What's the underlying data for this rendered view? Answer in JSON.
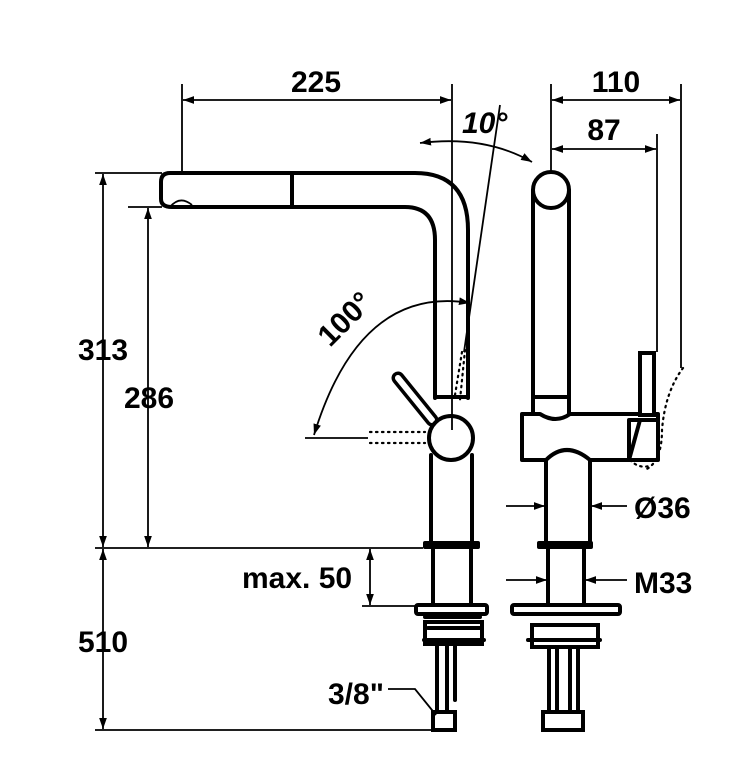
{
  "drawing": {
    "title": "",
    "dimensions": {
      "spout_reach": "225",
      "depth_total": "110",
      "depth_body": "87",
      "spout_swivel_angle": "10°",
      "lever_angle": "100°",
      "height_total": "313",
      "height_under_spout": "286",
      "max_deck_thickness": "max. 50",
      "hose_length": "510",
      "connection_size": "3/8\"",
      "body_diameter": "Ø36",
      "thread_size": "M33"
    }
  }
}
